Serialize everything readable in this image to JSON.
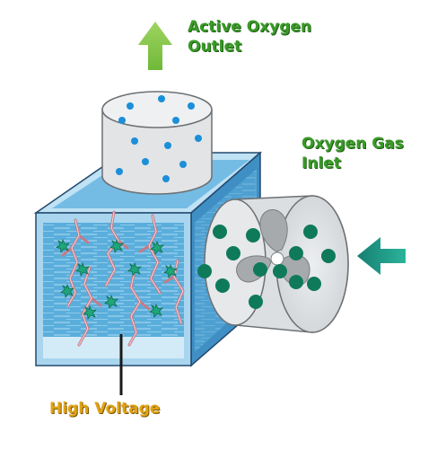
{
  "labels": {
    "outlet_line1": "Active Oxygen",
    "outlet_line2": "Outlet",
    "inlet_line1": "Oxygen Gas",
    "inlet_line2": "Inlet",
    "voltage": "High Voltage"
  },
  "colors": {
    "label_green": "#3a9a28",
    "label_orange": "#e0a214",
    "arrow_up": "#7cc243",
    "arrow_in": "#1e9a86",
    "water_blue": "#4aa3d6",
    "tank_frame": "#23486e",
    "cylinder_gray": "#e2e4e6",
    "oxygen_dot": "#1b8fd8",
    "inlet_particle": "#0f7a5a",
    "active_oxygen_particle": "#1fa67a",
    "discharge": "#c77a86"
  },
  "icons": [
    "up-arrow-icon",
    "left-arrow-icon",
    "fan-icon"
  ]
}
